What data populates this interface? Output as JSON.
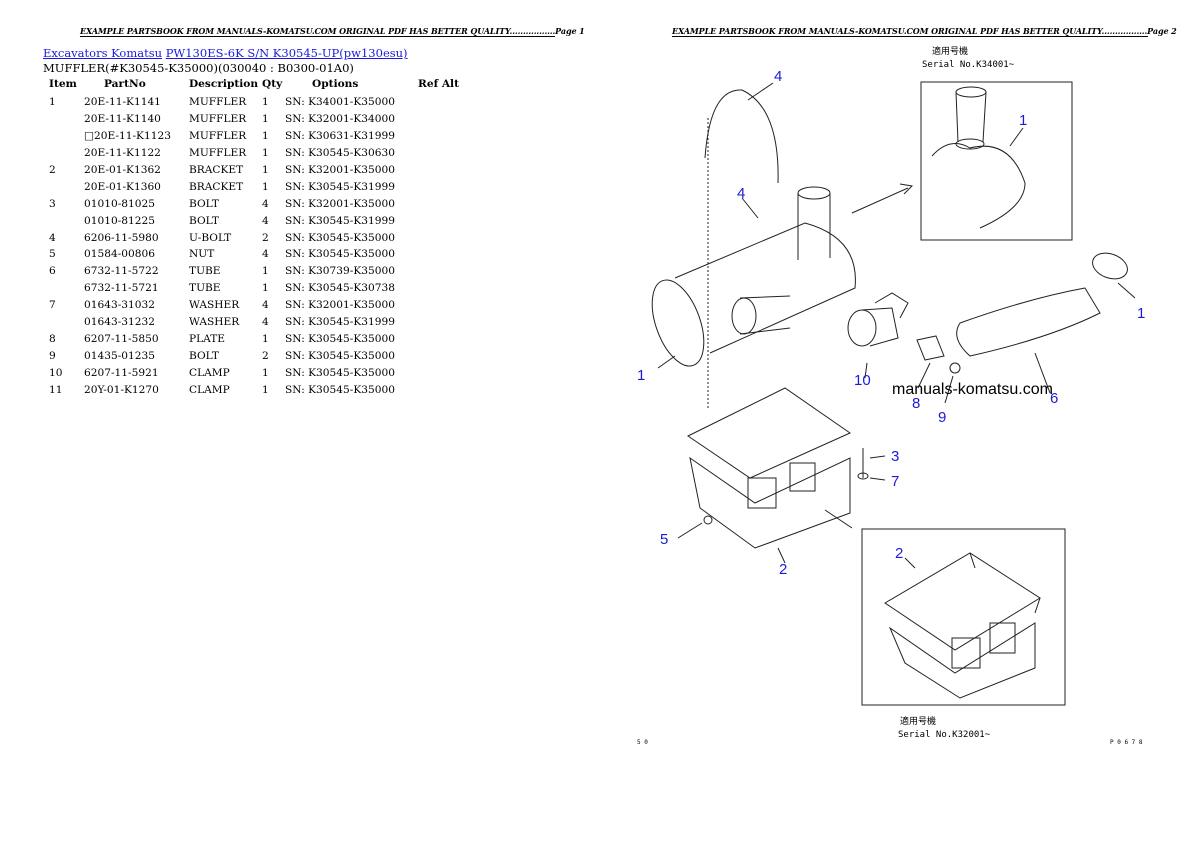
{
  "header": {
    "left": "EXAMPLE PARTSBOOK FROM MANUALS-KOMATSU.COM ORIGINAL PDF HAS BETTER QUALITY.................Page 1",
    "right": "EXAMPLE PARTSBOOK FROM MANUALS-KOMATSU.COM ORIGINAL PDF HAS BETTER QUALITY.................Page 2"
  },
  "breadcrumb": {
    "link1": "Excavators Komatsu",
    "link2": "PW130ES-6K S/N K30545-UP(pw130esu)"
  },
  "subtitle": "MUFFLER(#K30545-K35000)(030040 : B0300-01A0)",
  "table": {
    "headers": [
      "Item",
      "PartNo",
      "Description",
      "Qty",
      "Options",
      "Ref Alt"
    ],
    "rows": [
      {
        "item": "1",
        "part": "20E-11-K1141",
        "desc": "MUFFLER",
        "qty": "1",
        "opt": "SN: K34001-K35000",
        "ref": ""
      },
      {
        "item": "",
        "part": "20E-11-K1140",
        "desc": "MUFFLER",
        "qty": "1",
        "opt": "SN: K32001-K34000",
        "ref": ""
      },
      {
        "item": "",
        "part": "□20E-11-K1123",
        "desc": "MUFFLER",
        "qty": "1",
        "opt": "SN: K30631-K31999",
        "ref": ""
      },
      {
        "item": "",
        "part": "20E-11-K1122",
        "desc": "MUFFLER",
        "qty": "1",
        "opt": "SN: K30545-K30630",
        "ref": ""
      },
      {
        "item": "2",
        "part": "20E-01-K1362",
        "desc": "BRACKET",
        "qty": "1",
        "opt": "SN: K32001-K35000",
        "ref": ""
      },
      {
        "item": "",
        "part": "20E-01-K1360",
        "desc": "BRACKET",
        "qty": "1",
        "opt": "SN: K30545-K31999",
        "ref": ""
      },
      {
        "item": "3",
        "part": "01010-81025",
        "desc": "BOLT",
        "qty": "4",
        "opt": "SN: K32001-K35000",
        "ref": ""
      },
      {
        "item": "",
        "part": "01010-81225",
        "desc": "BOLT",
        "qty": "4",
        "opt": "SN: K30545-K31999",
        "ref": ""
      },
      {
        "item": "4",
        "part": "6206-11-5980",
        "desc": "U-BOLT",
        "qty": "2",
        "opt": "SN: K30545-K35000",
        "ref": ""
      },
      {
        "item": "5",
        "part": "01584-00806",
        "desc": "NUT",
        "qty": "4",
        "opt": "SN: K30545-K35000",
        "ref": ""
      },
      {
        "item": "6",
        "part": "6732-11-5722",
        "desc": "TUBE",
        "qty": "1",
        "opt": "SN: K30739-K35000",
        "ref": ""
      },
      {
        "item": "",
        "part": "6732-11-5721",
        "desc": "TUBE",
        "qty": "1",
        "opt": "SN: K30545-K30738",
        "ref": ""
      },
      {
        "item": "7",
        "part": "01643-31032",
        "desc": "WASHER",
        "qty": "4",
        "opt": "SN: K32001-K35000",
        "ref": ""
      },
      {
        "item": "",
        "part": "01643-31232",
        "desc": "WASHER",
        "qty": "4",
        "opt": "SN: K30545-K31999",
        "ref": ""
      },
      {
        "item": "8",
        "part": "6207-11-5850",
        "desc": "PLATE",
        "qty": "1",
        "opt": "SN: K30545-K35000",
        "ref": ""
      },
      {
        "item": "9",
        "part": "01435-01235",
        "desc": "BOLT",
        "qty": "2",
        "opt": "SN: K30545-K35000",
        "ref": ""
      },
      {
        "item": "10",
        "part": "6207-11-5921",
        "desc": "CLAMP",
        "qty": "1",
        "opt": "SN: K30545-K35000",
        "ref": ""
      },
      {
        "item": "11",
        "part": "20Y-01-K1270",
        "desc": "CLAMP",
        "qty": "1",
        "opt": "SN: K30545-K35000",
        "ref": ""
      }
    ]
  },
  "diagram": {
    "inset_top_caption": "適用号機",
    "inset_top_serial": "Serial No.K34001~",
    "inset_bottom_caption": "適用号機",
    "inset_bottom_serial": "Serial No.K32001~",
    "watermark": "manuals-komatsu.com",
    "callouts": {
      "c4a": "4",
      "c4b": "4",
      "c1a": "1",
      "c1b": "1",
      "c1c": "1",
      "c10": "10",
      "c8": "8",
      "c9": "9",
      "c6": "6",
      "c3": "3",
      "c7": "7",
      "c5": "5",
      "c2a": "2",
      "c2b": "2"
    },
    "corner_bottom_left": "5 0",
    "corner_bottom_right": "P 0 6 7 8",
    "callout_color": "#1b1bd6"
  }
}
